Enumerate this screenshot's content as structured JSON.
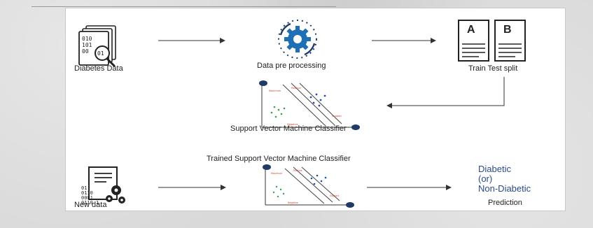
{
  "nodes": {
    "diabetes_data": "Diabetes Data",
    "preprocessing": "Data pre processing",
    "split": "Train Test split",
    "svm_classifier": "Support Vector Machine Classifier",
    "trained_svm": "Trained Support Vector Machine Classifier",
    "new_data": "New data",
    "output_line1": "Diabetic",
    "output_line2": "(or)",
    "output_line3": "Non-Diabetic",
    "prediction": "Prediction"
  },
  "icons": {
    "data_icon_text": "010\n101\n00 01",
    "newdata_icon_text": "01\n0110\n0001\n0110 1",
    "split_letters": [
      "A",
      "B"
    ]
  },
  "colors": {
    "accent": "#2a4a8c",
    "line": "#333333",
    "gear": "#1f6fb5"
  }
}
